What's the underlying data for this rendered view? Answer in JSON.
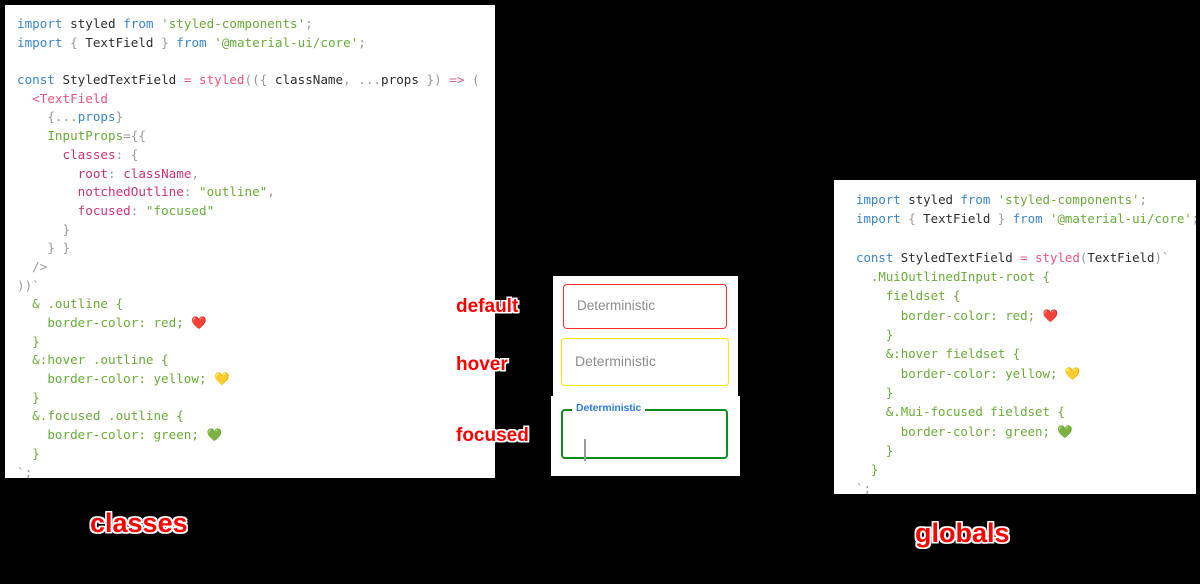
{
  "background_color": "#000000",
  "panel_background": "#ffffff",
  "accent_colors": {
    "annotation_red": "#ff0000",
    "default_border": "#ff2d2d",
    "hover_border": "#ffe800",
    "focused_border": "#0f8b1f",
    "focused_label_blue": "#2f7ed8",
    "keyword_blue": "#3b86c7",
    "string_green": "#6aab3a",
    "key_magenta": "#cc3377",
    "fn_pink": "#e8567b"
  },
  "left_panel": {
    "caption": "classes",
    "code_lines": [
      [
        {
          "t": "import",
          "c": "t-kw"
        },
        {
          "t": " ",
          "c": "t-plain"
        },
        {
          "t": "styled",
          "c": "t-plain"
        },
        {
          "t": " ",
          "c": "t-plain"
        },
        {
          "t": "from",
          "c": "t-kw"
        },
        {
          "t": " ",
          "c": "t-plain"
        },
        {
          "t": "'styled-components'",
          "c": "t-str"
        },
        {
          "t": ";",
          "c": "t-punc"
        }
      ],
      [
        {
          "t": "import",
          "c": "t-kw"
        },
        {
          "t": " ",
          "c": "t-plain"
        },
        {
          "t": "{",
          "c": "t-punc"
        },
        {
          "t": " TextField ",
          "c": "t-plain"
        },
        {
          "t": "}",
          "c": "t-punc"
        },
        {
          "t": " ",
          "c": "t-plain"
        },
        {
          "t": "from",
          "c": "t-kw"
        },
        {
          "t": " ",
          "c": "t-plain"
        },
        {
          "t": "'@material-ui/core'",
          "c": "t-str"
        },
        {
          "t": ";",
          "c": "t-punc"
        }
      ],
      [],
      [
        {
          "t": "const",
          "c": "t-kw"
        },
        {
          "t": " StyledTextField ",
          "c": "t-plain"
        },
        {
          "t": "=",
          "c": "t-op"
        },
        {
          "t": " ",
          "c": "t-plain"
        },
        {
          "t": "styled",
          "c": "t-fn"
        },
        {
          "t": "((",
          "c": "t-punc"
        },
        {
          "t": "{ ",
          "c": "t-punc"
        },
        {
          "t": "className",
          "c": "t-plain"
        },
        {
          "t": ", ",
          "c": "t-punc"
        },
        {
          "t": "...",
          "c": "t-punc"
        },
        {
          "t": "props",
          "c": "t-plain"
        },
        {
          "t": " })",
          "c": "t-punc"
        },
        {
          "t": " ",
          "c": "t-plain"
        },
        {
          "t": "=>",
          "c": "t-op"
        },
        {
          "t": " (",
          "c": "t-punc"
        }
      ],
      [
        {
          "t": "  ",
          "c": "t-plain"
        },
        {
          "t": "<TextField",
          "c": "t-tag"
        }
      ],
      [
        {
          "t": "    ",
          "c": "t-plain"
        },
        {
          "t": "{...",
          "c": "t-punc"
        },
        {
          "t": "props",
          "c": "t-var"
        },
        {
          "t": "}",
          "c": "t-punc"
        }
      ],
      [
        {
          "t": "    ",
          "c": "t-plain"
        },
        {
          "t": "InputProps",
          "c": "t-prop"
        },
        {
          "t": "=",
          "c": "t-punc"
        },
        {
          "t": "{{",
          "c": "t-punc"
        }
      ],
      [
        {
          "t": "      ",
          "c": "t-plain"
        },
        {
          "t": "classes",
          "c": "t-key"
        },
        {
          "t": ": ",
          "c": "t-punc"
        },
        {
          "t": "{",
          "c": "t-punc"
        }
      ],
      [
        {
          "t": "        ",
          "c": "t-plain"
        },
        {
          "t": "root",
          "c": "t-key"
        },
        {
          "t": ": ",
          "c": "t-punc"
        },
        {
          "t": "className",
          "c": "t-val"
        },
        {
          "t": ",",
          "c": "t-punc"
        }
      ],
      [
        {
          "t": "        ",
          "c": "t-plain"
        },
        {
          "t": "notchedOutline",
          "c": "t-key"
        },
        {
          "t": ": ",
          "c": "t-punc"
        },
        {
          "t": "\"outline\"",
          "c": "t-str"
        },
        {
          "t": ",",
          "c": "t-punc"
        }
      ],
      [
        {
          "t": "        ",
          "c": "t-plain"
        },
        {
          "t": "focused",
          "c": "t-key"
        },
        {
          "t": ": ",
          "c": "t-punc"
        },
        {
          "t": "\"focused\"",
          "c": "t-str"
        }
      ],
      [
        {
          "t": "      ",
          "c": "t-plain"
        },
        {
          "t": "}",
          "c": "t-punc"
        }
      ],
      [
        {
          "t": "    ",
          "c": "t-plain"
        },
        {
          "t": "} }",
          "c": "t-punc"
        }
      ],
      [
        {
          "t": "  ",
          "c": "t-plain"
        },
        {
          "t": "/>",
          "c": "t-punc"
        }
      ],
      [
        {
          "t": "))",
          "c": "t-punc"
        },
        {
          "t": "`",
          "c": "t-tick"
        }
      ],
      [
        {
          "t": "  & .outline {",
          "c": "t-css"
        }
      ],
      [
        {
          "t": "    border-color: red; ",
          "c": "t-css"
        },
        {
          "t": "❤️",
          "c": "emoji"
        }
      ],
      [
        {
          "t": "  }",
          "c": "t-css"
        }
      ],
      [
        {
          "t": "  &:hover .outline {",
          "c": "t-css"
        }
      ],
      [
        {
          "t": "    border-color: yellow; ",
          "c": "t-css"
        },
        {
          "t": "💛",
          "c": "emoji"
        }
      ],
      [
        {
          "t": "  }",
          "c": "t-css"
        }
      ],
      [
        {
          "t": "  &.focused .outline {",
          "c": "t-css"
        }
      ],
      [
        {
          "t": "    border-color: green; ",
          "c": "t-css"
        },
        {
          "t": "💚",
          "c": "emoji"
        }
      ],
      [
        {
          "t": "  }",
          "c": "t-css"
        }
      ],
      [
        {
          "t": "`",
          "c": "t-tick"
        },
        {
          "t": ";",
          "c": "t-punc"
        }
      ]
    ]
  },
  "right_panel": {
    "caption": "globals",
    "code_lines": [
      [
        {
          "t": "import",
          "c": "t-kw"
        },
        {
          "t": " ",
          "c": "t-plain"
        },
        {
          "t": "styled",
          "c": "t-plain"
        },
        {
          "t": " ",
          "c": "t-plain"
        },
        {
          "t": "from",
          "c": "t-kw"
        },
        {
          "t": " ",
          "c": "t-plain"
        },
        {
          "t": "'styled-components'",
          "c": "t-str"
        },
        {
          "t": ";",
          "c": "t-punc"
        }
      ],
      [
        {
          "t": "import",
          "c": "t-kw"
        },
        {
          "t": " ",
          "c": "t-plain"
        },
        {
          "t": "{",
          "c": "t-punc"
        },
        {
          "t": " TextField ",
          "c": "t-plain"
        },
        {
          "t": "}",
          "c": "t-punc"
        },
        {
          "t": " ",
          "c": "t-plain"
        },
        {
          "t": "from",
          "c": "t-kw"
        },
        {
          "t": " ",
          "c": "t-plain"
        },
        {
          "t": "'@material-ui/core'",
          "c": "t-str"
        },
        {
          "t": ";",
          "c": "t-punc"
        }
      ],
      [],
      [
        {
          "t": "const",
          "c": "t-kw"
        },
        {
          "t": " StyledTextField ",
          "c": "t-plain"
        },
        {
          "t": "=",
          "c": "t-op"
        },
        {
          "t": " ",
          "c": "t-plain"
        },
        {
          "t": "styled",
          "c": "t-fn"
        },
        {
          "t": "(",
          "c": "t-punc"
        },
        {
          "t": "TextField",
          "c": "t-plain"
        },
        {
          "t": ")",
          "c": "t-punc"
        },
        {
          "t": "`",
          "c": "t-tick"
        }
      ],
      [
        {
          "t": "  .MuiOutlinedInput-root {",
          "c": "t-css"
        }
      ],
      [
        {
          "t": "    fieldset {",
          "c": "t-css"
        }
      ],
      [
        {
          "t": "      border-color: red; ",
          "c": "t-css"
        },
        {
          "t": "❤️",
          "c": "emoji"
        }
      ],
      [
        {
          "t": "    }",
          "c": "t-css"
        }
      ],
      [
        {
          "t": "    &:hover fieldset {",
          "c": "t-css"
        }
      ],
      [
        {
          "t": "      border-color: yellow; ",
          "c": "t-css"
        },
        {
          "t": "💛",
          "c": "emoji"
        }
      ],
      [
        {
          "t": "    }",
          "c": "t-css"
        }
      ],
      [
        {
          "t": "    &.Mui-focused fieldset {",
          "c": "t-css"
        }
      ],
      [
        {
          "t": "      border-color: green; ",
          "c": "t-css"
        },
        {
          "t": "💚",
          "c": "emoji"
        }
      ],
      [
        {
          "t": "    }",
          "c": "t-css"
        }
      ],
      [
        {
          "t": "  }",
          "c": "t-css"
        }
      ],
      [
        {
          "t": "`",
          "c": "t-tick"
        },
        {
          "t": ";",
          "c": "t-punc"
        }
      ]
    ]
  },
  "demo": {
    "states": [
      {
        "name": "default",
        "annotation": "default",
        "field_text": "Deterministic",
        "border_color": "#ff2d2d"
      },
      {
        "name": "hover",
        "annotation": "hover",
        "field_text": "Deterministic",
        "border_color": "#ffe800"
      },
      {
        "name": "focused",
        "annotation": "focused",
        "field_text": "Deterministic",
        "border_color": "#0f8b1f"
      }
    ]
  }
}
